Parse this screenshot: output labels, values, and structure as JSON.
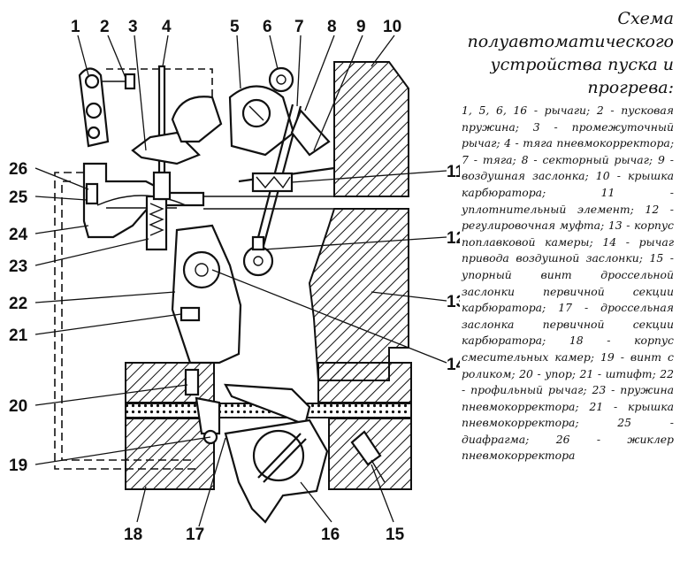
{
  "caption": {
    "title": "Схема полуавтоматического устройства пуска и прогрева:",
    "legend": "1, 5, 6, 16 - рычаги; 2 - пусковая пружина; 3 - промежуточный рычаг; 4 - тяга пневмокорректора; 7 - тяга; 8 - секторный рычаг; 9 - воздушная заслонка; 10 - крышка карбюратора; 11 - уплотнительный элемент; 12 - регулировочная муфта; 13 - корпус поплавковой камеры; 14 - рычаг привода воздушной заслонки; 15 - упорный винт дроссельной заслонки первичной секции карбюратора; 17 - дроссельная заслонка первичной секции карбюратора; 18 - корпус смесительных камер; 19 - винт с роликом; 20 - упор; 21 - штифт; 22 - профильный рычаг; 23 - пружина пневмокорректора; 21 - крышка пневмокорректора; 25 - диафрагма; 26 - жиклер пневмокорректора"
  },
  "callouts": {
    "n1": "1",
    "n2": "2",
    "n3": "3",
    "n4": "4",
    "n5": "5",
    "n6": "6",
    "n7": "7",
    "n8": "8",
    "n9": "9",
    "n10": "10",
    "n11": "11",
    "n12": "12",
    "n13": "13",
    "n14": "14",
    "n15": "15",
    "n16": "16",
    "n17": "17",
    "n18": "18",
    "n19": "19",
    "n20": "20",
    "n21": "21",
    "n22": "22",
    "n23": "23",
    "n24": "24",
    "n25": "25",
    "n26": "26"
  }
}
